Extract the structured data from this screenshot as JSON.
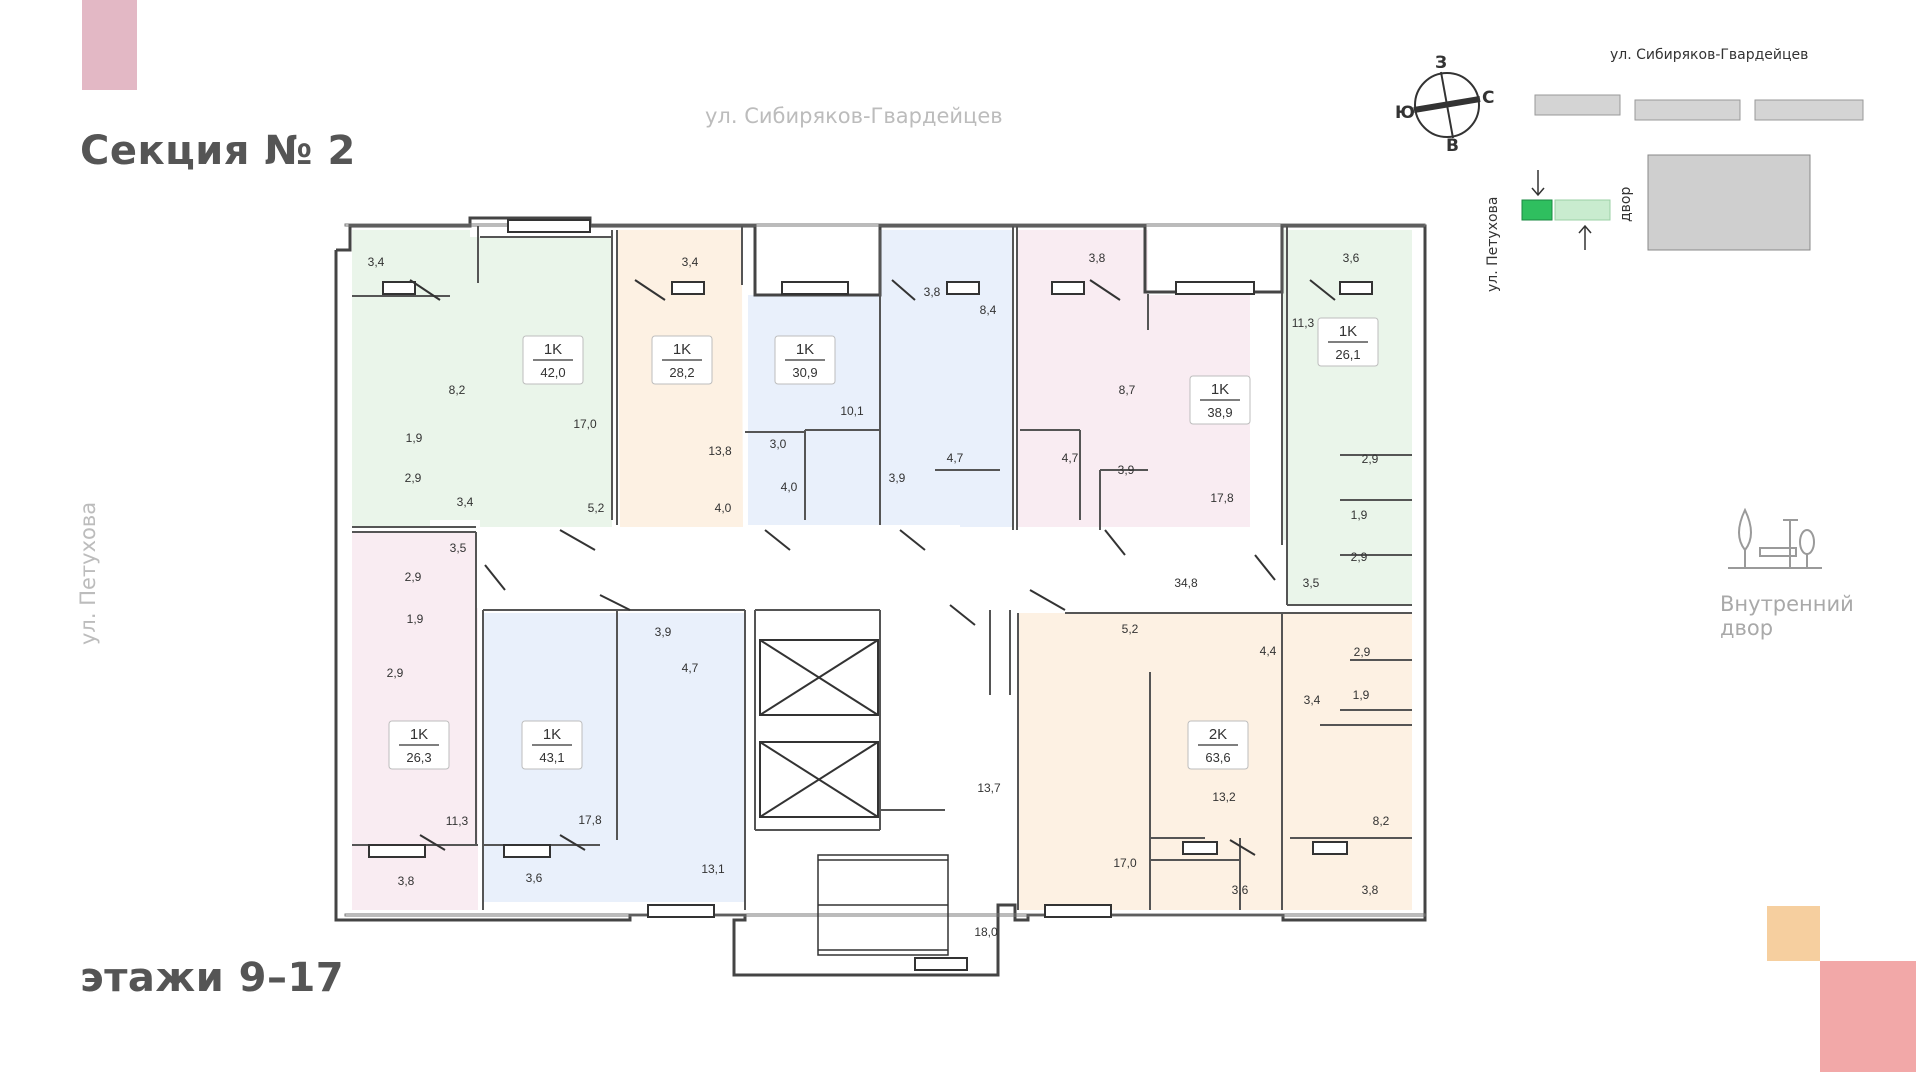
{
  "header": {
    "section_title": "Секция № 2",
    "floors_title": "этажи 9–17"
  },
  "streets": {
    "top": "ул. Сибиряков-Гвардейцев",
    "left": "ул. Петухова"
  },
  "compass": {
    "north": "С",
    "south": "Ю",
    "west": "З",
    "east": "В"
  },
  "locator": {
    "street_top": "ул. Сибиряков-Гвардейцев",
    "street_left": "ул. Петухова",
    "yard": "двор"
  },
  "courtyard": {
    "line1": "Внутренний",
    "line2": "двор"
  },
  "colors": {
    "accent_pink": "#e3b8c5",
    "accent_coral": "#f2a8a8",
    "accent_peach": "#f6cf9f",
    "zone_green": "#eaf5ea",
    "zone_peach": "#fdf1e3",
    "zone_blue": "#e9f0fb",
    "zone_pink": "#f9ecf2",
    "highlight_green": "#2fbf5f"
  },
  "apartments": [
    {
      "type": "1K",
      "area": "42,0"
    },
    {
      "type": "1K",
      "area": "28,2"
    },
    {
      "type": "1K",
      "area": "30,9"
    },
    {
      "type": "1K",
      "area": "38,9"
    },
    {
      "type": "1K",
      "area": "26,1"
    },
    {
      "type": "1K",
      "area": "26,3"
    },
    {
      "type": "1K",
      "area": "43,1"
    },
    {
      "type": "2K",
      "area": "63,6"
    }
  ],
  "room_areas": [
    "3,4",
    "8,2",
    "1,9",
    "2,9",
    "3,4",
    "17,0",
    "5,2",
    "3,4",
    "13,8",
    "4,0",
    "3,0",
    "4,0",
    "10,1",
    "3,9",
    "3,8",
    "8,4",
    "4,7",
    "4,7",
    "3,8",
    "8,7",
    "3,9",
    "17,8",
    "3,6",
    "11,3",
    "2,9",
    "1,9",
    "2,9",
    "3,5",
    "3,5",
    "2,9",
    "1,9",
    "2,9",
    "11,3",
    "3,8",
    "3,9",
    "4,7",
    "17,8",
    "3,6",
    "13,1",
    "13,7",
    "18,0",
    "34,8",
    "5,2",
    "4,4",
    "2,9",
    "3,4",
    "1,9",
    "13,2",
    "8,2",
    "17,0",
    "3,6",
    "3,8"
  ]
}
